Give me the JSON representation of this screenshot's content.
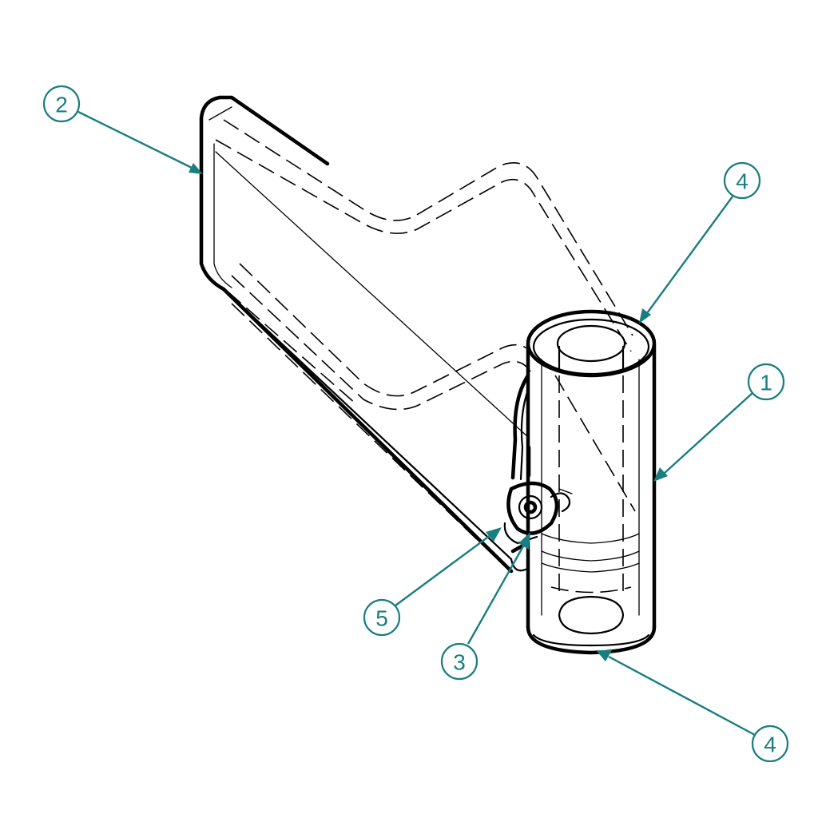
{
  "balloons": [
    {
      "id": "b2",
      "label": "2"
    },
    {
      "id": "b4top",
      "label": "4"
    },
    {
      "id": "b1",
      "label": "1"
    },
    {
      "id": "b5",
      "label": "5"
    },
    {
      "id": "b3",
      "label": "3"
    },
    {
      "id": "b4bottom",
      "label": "4"
    }
  ],
  "colors": {
    "balloon": "#1a7d80",
    "line": "#000000",
    "background": "#ffffff"
  }
}
